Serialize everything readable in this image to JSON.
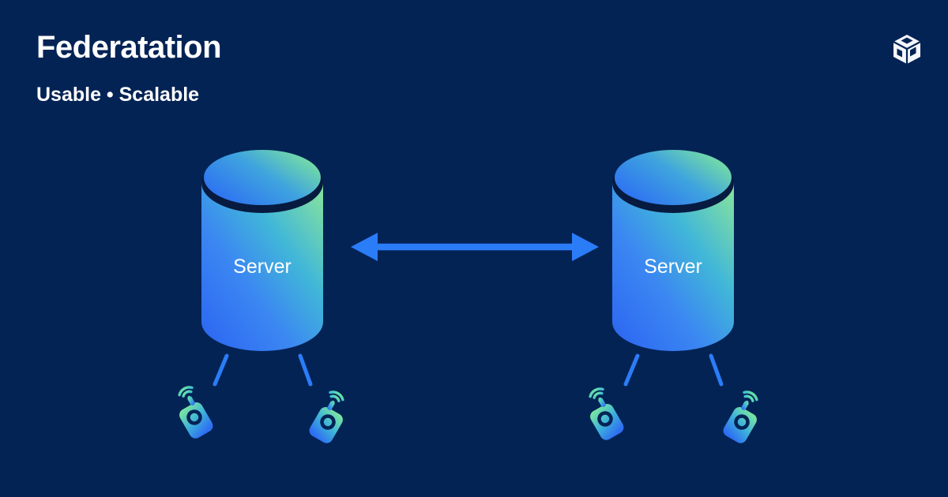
{
  "header": {
    "title": "Federatation",
    "subtitle": "Usable • Scalable"
  },
  "logo": {
    "icon": "isometric-cube-logo"
  },
  "diagram": {
    "servers": [
      {
        "label": "Server",
        "connected_devices": 2
      },
      {
        "label": "Server",
        "connected_devices": 2
      }
    ],
    "link": {
      "type": "double-headed-arrow",
      "between": [
        "Server",
        "Server"
      ]
    },
    "device_icon": "wireless-remote-device"
  },
  "colors": {
    "background": "#042355",
    "text": "#ffffff",
    "arrow_blue": "#2b7cf7",
    "rim_navy": "#071a3f",
    "gradient_green": "#84e69b",
    "gradient_teal": "#41b7d8",
    "gradient_blue": "#2b63f1"
  }
}
